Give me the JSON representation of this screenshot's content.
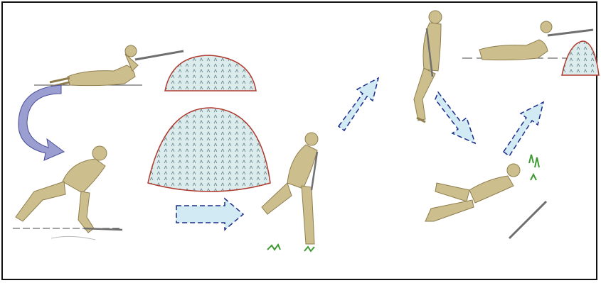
{
  "palette": {
    "skin": "#d9cfa2",
    "uniform": "#cdbf8d",
    "uniform_dark": "#8f7e4e",
    "mound_fill": "#dcecec",
    "mound_outline": "#b03a2e",
    "arrow_fill": "#d2eaf4",
    "arrow_dash": "#1b2d8a",
    "curved_arrow_fill": "#9a9ed0",
    "rifle": "#6f6f6f",
    "grass": "#3f9a34",
    "frame": "#111111"
  },
  "scene": {
    "steps": [
      "prone-firing-behind-cover",
      "rise-to-crouch",
      "sprint-to-next-cover",
      "run-upright",
      "drop-to-ground",
      "prone-firing-behind-next-cover"
    ]
  }
}
